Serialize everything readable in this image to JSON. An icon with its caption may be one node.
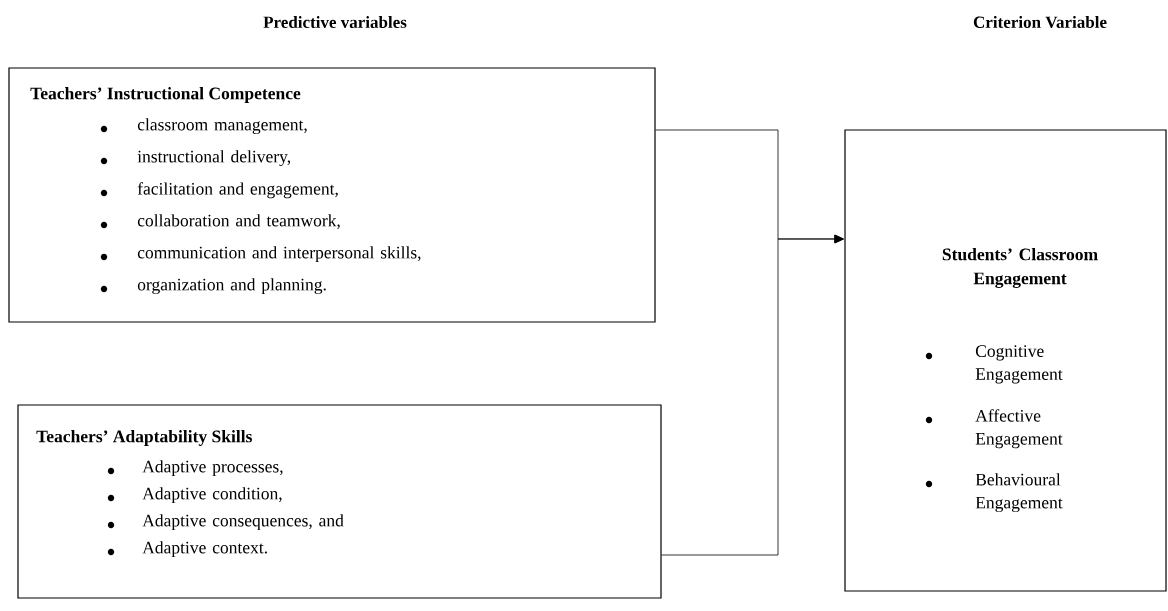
{
  "diagram": {
    "nodes": [
      {
        "text": [
          "Teachers’ Instructional Competence",
          "classroom management,",
          "instructional delivery,",
          "facilitation and engagement,",
          "collaboration and teamwork,",
          "communication and interpersonal skills,",
          "organization and planning."
        ]
      },
      {
        "text": [
          "Teachers’ Adaptability Skills",
          "Adaptive processes,",
          "Adaptive condition,",
          "Adaptive consequences, and",
          "Adaptive context."
        ]
      },
      {
        "text": [
          "Students’ Classroom Engagement",
          "Cognitive Engagement",
          "Affective Engagement",
          "Behavioural Engagement"
        ]
      }
    ],
    "edges": [
      {
        "from": 0,
        "to": 2,
        "arrow": "to"
      },
      {
        "from": 1,
        "to": 2,
        "arrow": "to"
      }
    ],
    "labels": [
      "Predictive variables",
      "Criterion Variable"
    ]
  }
}
